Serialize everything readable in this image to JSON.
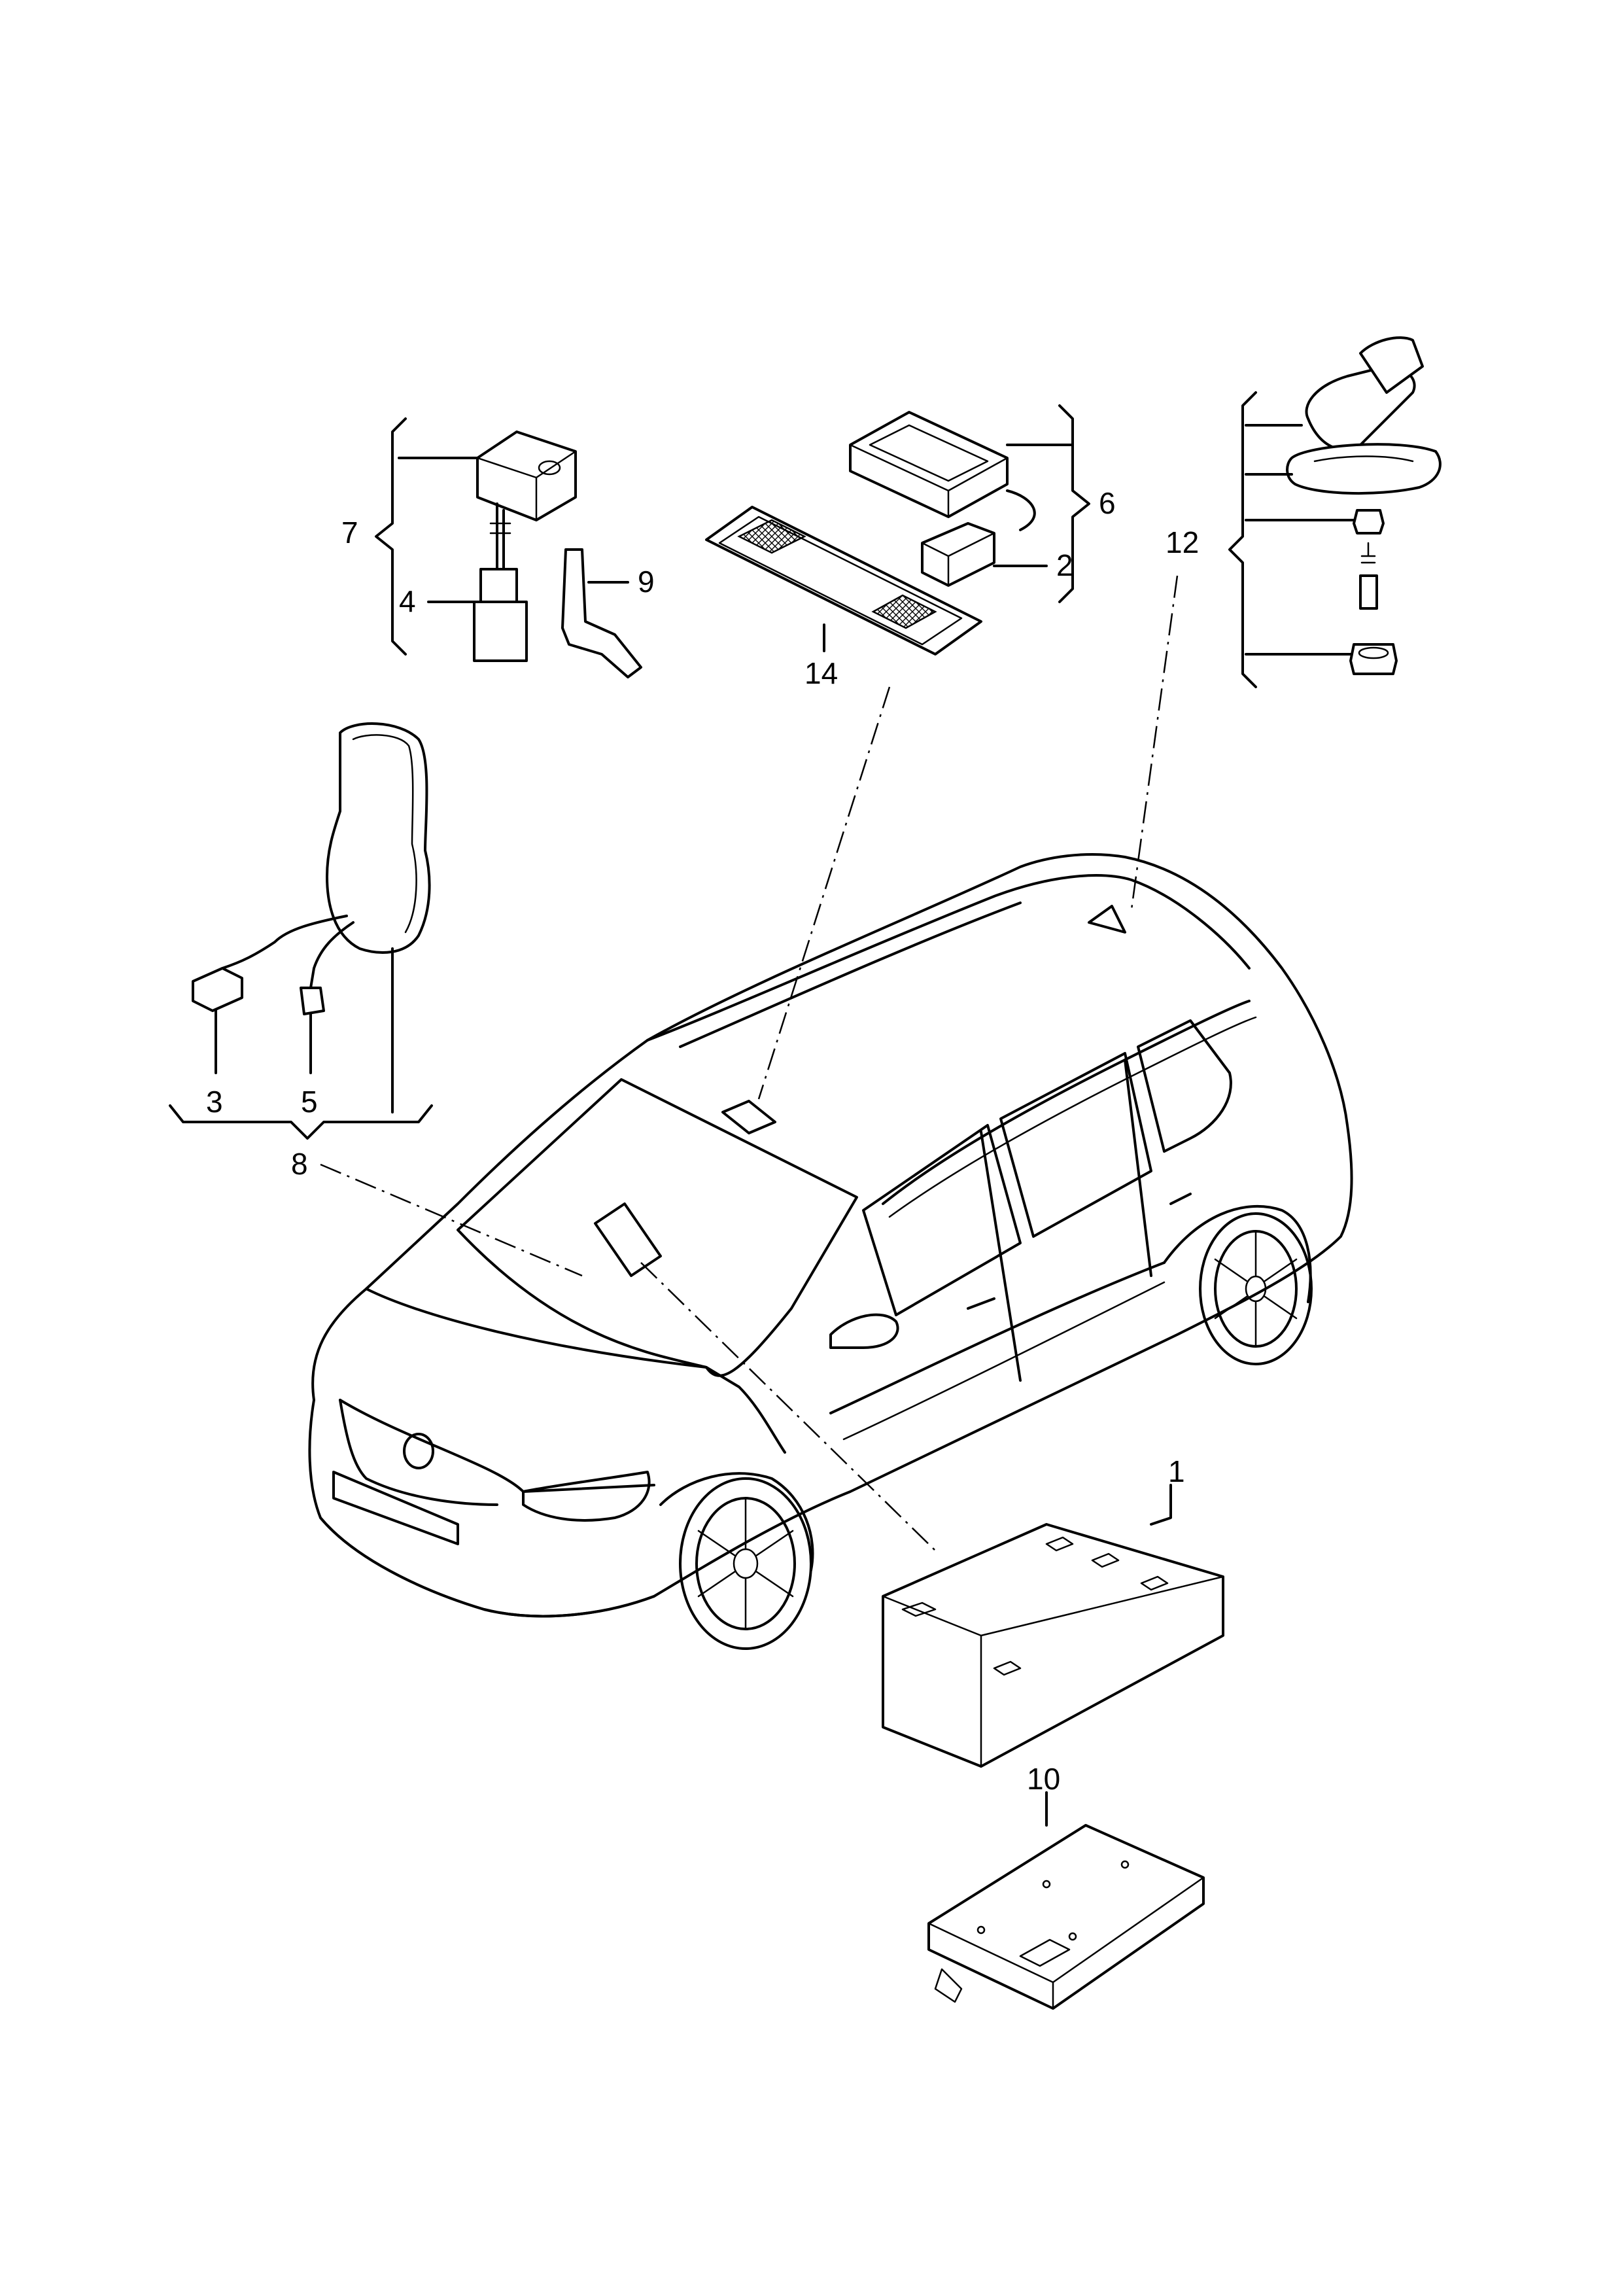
{
  "callouts": {
    "c1": "1",
    "c2": "2",
    "c3": "3",
    "c4": "4",
    "c5": "5",
    "c6": "6",
    "c7": "7",
    "c8": "8",
    "c9": "9",
    "c10": "10",
    "c12": "12",
    "c14": "14"
  }
}
